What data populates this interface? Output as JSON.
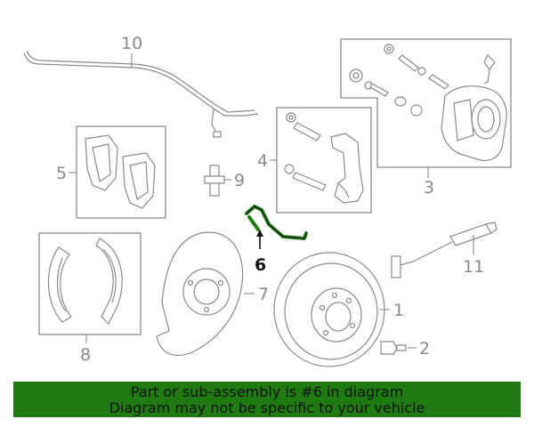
{
  "callouts": {
    "c1": "1",
    "c2": "2",
    "c3": "3",
    "c4": "4",
    "c5": "5",
    "c6": "6",
    "c7": "7",
    "c8": "8",
    "c9": "9",
    "c10": "10",
    "c11": "11"
  },
  "highlight": {
    "part": "6",
    "color": "#1f7a12"
  },
  "banner": {
    "line1": "Part or sub-assembly is #6 in diagram",
    "line2": "Diagram may not be specific to your vehicle",
    "background": "#1f7a12"
  }
}
